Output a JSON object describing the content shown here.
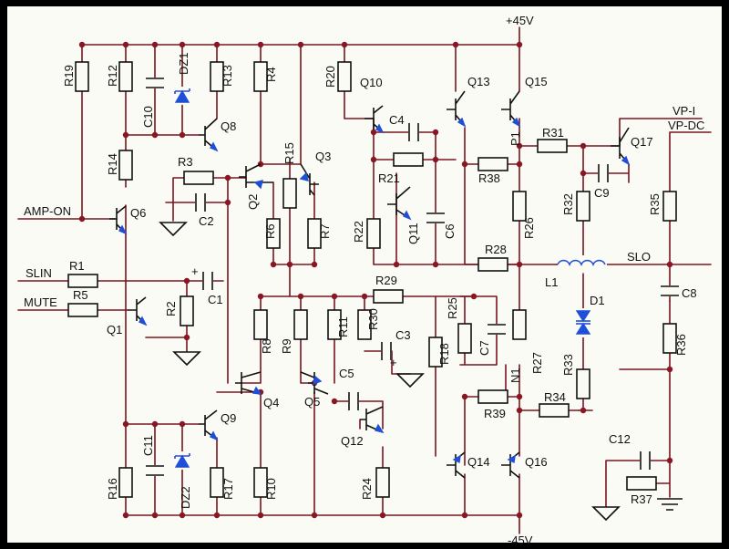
{
  "rails": {
    "positive": "+45V",
    "negative": "-45V"
  },
  "inputs": {
    "amp_on": "AMP-ON",
    "slin": "SLIN",
    "mute": "MUTE"
  },
  "outputs": {
    "vp_i": "VP-I",
    "vp_dc": "VP-DC",
    "slo": "SLO"
  },
  "nodes": {
    "p1": "P1",
    "n1": "N1"
  },
  "resistors": {
    "r1": "R1",
    "r2": "R2",
    "r3": "R3",
    "r4": "R4",
    "r5": "R5",
    "r6": "R6",
    "r7": "R7",
    "r8": "R8",
    "r9": "R9",
    "r10": "R10",
    "r11": "R11",
    "r12": "R12",
    "r13": "R13",
    "r14": "R14",
    "r15": "R15",
    "r16": "R16",
    "r17": "R17",
    "r18": "R18",
    "r19": "R19",
    "r20": "R20",
    "r21": "R21",
    "r22": "R22",
    "r24": "R24",
    "r25": "R25",
    "r26": "R26",
    "r27": "R27",
    "r28": "R28",
    "r29": "R29",
    "r30": "R30",
    "r31": "R31",
    "r32": "R32",
    "r33": "R33",
    "r34": "R34",
    "r35": "R35",
    "r36": "R36",
    "r37": "R37",
    "r38": "R38",
    "r39": "R39"
  },
  "capacitors": {
    "c1": "C1",
    "c2": "C2",
    "c3": "C3",
    "c4": "C4",
    "c5": "C5",
    "c6": "C6",
    "c7": "C7",
    "c8": "C8",
    "c9": "C9",
    "c10": "C10",
    "c11": "C11",
    "c12": "C12"
  },
  "transistors": {
    "q1": "Q1",
    "q2": "Q2",
    "q3": "Q3",
    "q4": "Q4",
    "q5": "Q5",
    "q6": "Q6",
    "q8": "Q8",
    "q9": "Q9",
    "q10": "Q10",
    "q11": "Q11",
    "q12": "Q12",
    "q13": "Q13",
    "q14": "Q14",
    "q15": "Q15",
    "q16": "Q16",
    "q17": "Q17"
  },
  "diodes": {
    "dz1": "DZ1",
    "dz2": "DZ2",
    "d1": "D1"
  },
  "inductors": {
    "l1": "L1"
  }
}
